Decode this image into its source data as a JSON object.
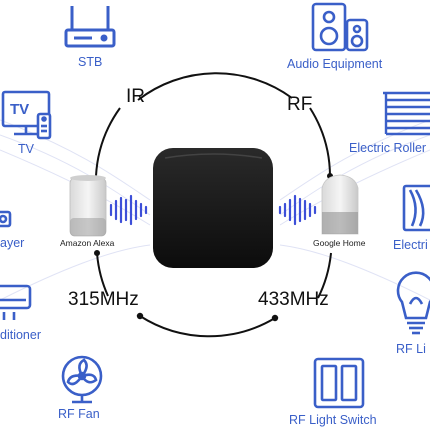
{
  "protocols": {
    "ir": "IR",
    "rf": "RF",
    "f315": "315MHz",
    "f433": "433MHz"
  },
  "assistants": {
    "left": "Amazon Alexa",
    "right": "Google Home"
  },
  "devices": {
    "stb": "STB",
    "audio": "Audio Equipment",
    "tv": "TV",
    "roller": "Electric Roller",
    "player": "ayer",
    "electric": "Electri",
    "conditioner": "ditioner",
    "rf_light": "RF Li",
    "rf_fan": "RF Fan",
    "rf_switch": "RF Light Switch"
  },
  "colors": {
    "icon_blue": "#3a5fc8",
    "text_blue": "#3a5fc8",
    "hub": "#1a1a1a",
    "wave": "#3d4fd8",
    "ring": "#111111"
  }
}
